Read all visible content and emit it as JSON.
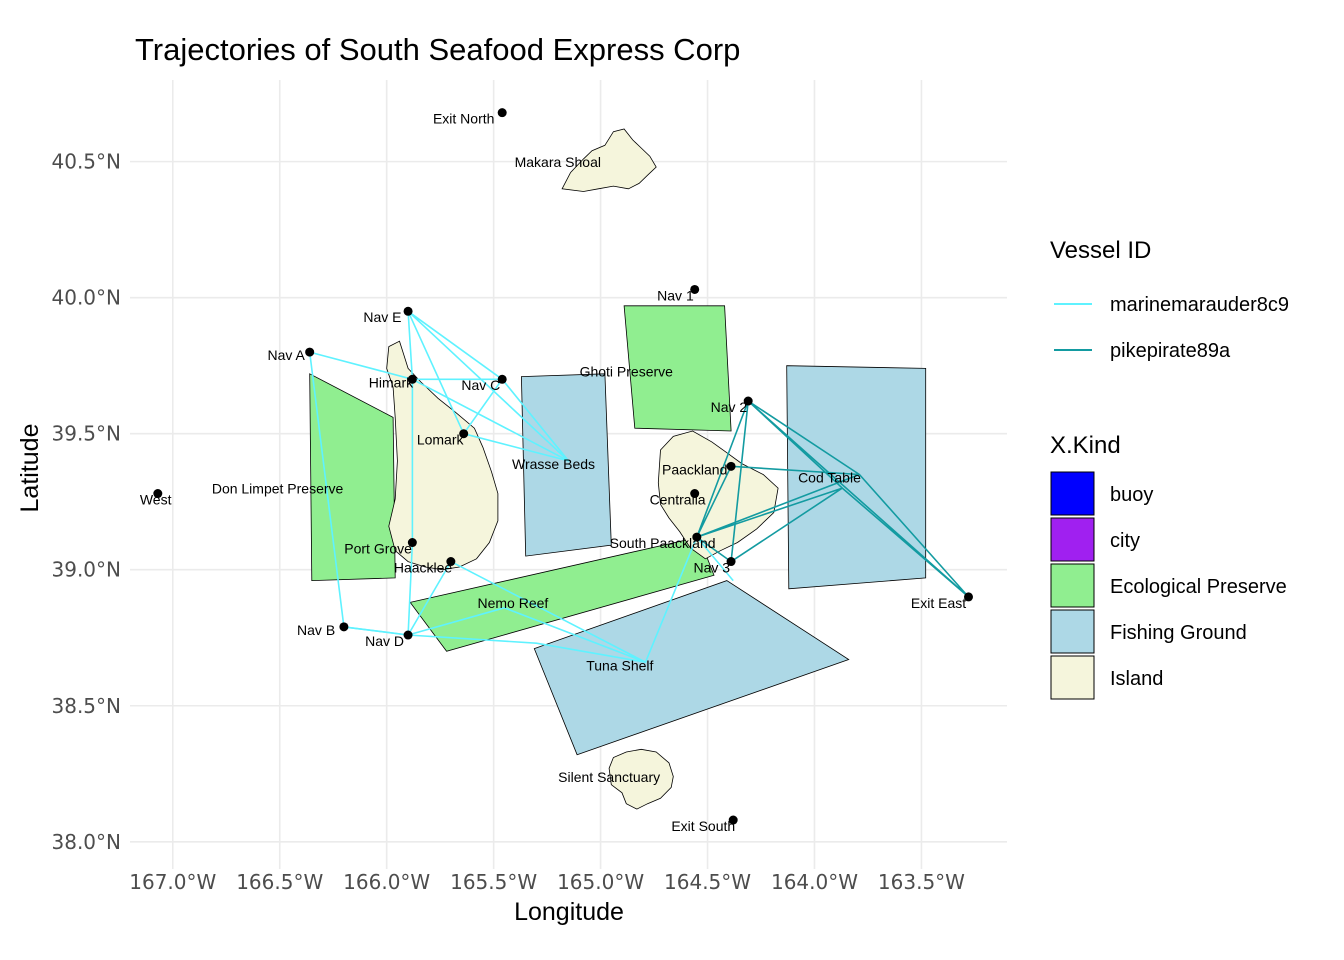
{
  "chart_data": {
    "type": "map",
    "title": "Trajectories of South Seafood Express Corp",
    "xlabel": "Longitude",
    "ylabel": "Latitude",
    "xlim": [
      -167.2,
      -163.1
    ],
    "ylim": [
      37.9,
      40.8
    ],
    "x_ticks": [
      {
        "value": -167.0,
        "label": "167.0°W"
      },
      {
        "value": -166.5,
        "label": "166.5°W"
      },
      {
        "value": -166.0,
        "label": "166.0°W"
      },
      {
        "value": -165.5,
        "label": "165.5°W"
      },
      {
        "value": -165.0,
        "label": "165.0°W"
      },
      {
        "value": -164.5,
        "label": "164.5°W"
      },
      {
        "value": -164.0,
        "label": "164.0°W"
      },
      {
        "value": -163.5,
        "label": "163.5°W"
      }
    ],
    "y_ticks": [
      {
        "value": 38.0,
        "label": "38.0°N"
      },
      {
        "value": 38.5,
        "label": "38.5°N"
      },
      {
        "value": 39.0,
        "label": "39.0°N"
      },
      {
        "value": 39.5,
        "label": "39.5°N"
      },
      {
        "value": 40.0,
        "label": "40.0°N"
      },
      {
        "value": 40.5,
        "label": "40.5°N"
      }
    ],
    "grid": true,
    "legend_position": "right",
    "kind_colors": {
      "buoy": "#0000ff",
      "city": "#a020f0",
      "Ecological Preserve": "#90ee90",
      "Fishing Ground": "#add8e6",
      "Island": "#f5f5dc"
    },
    "regions": [
      {
        "name": "Don Limpet Preserve",
        "kind": "Ecological Preserve",
        "coords": [
          [
            -166.36,
            39.72
          ],
          [
            -165.97,
            39.56
          ],
          [
            -165.96,
            38.97
          ],
          [
            -166.35,
            38.96
          ]
        ],
        "label_at": [
          -166.51,
          39.28
        ]
      },
      {
        "name": "Ghoti Preserve",
        "kind": "Ecological Preserve",
        "coords": [
          [
            -164.89,
            39.97
          ],
          [
            -164.42,
            39.97
          ],
          [
            -164.39,
            39.51
          ],
          [
            -164.84,
            39.52
          ]
        ],
        "label_at": [
          -164.88,
          39.71
        ]
      },
      {
        "name": "Nemo Reef",
        "kind": "Ecological Preserve",
        "coords": [
          [
            -165.89,
            38.88
          ],
          [
            -164.54,
            39.12
          ],
          [
            -164.47,
            38.98
          ],
          [
            -165.72,
            38.7
          ]
        ],
        "label_at": [
          -165.41,
          38.86
        ]
      },
      {
        "name": "Wrasse Beds",
        "kind": "Fishing Ground",
        "coords": [
          [
            -165.37,
            39.71
          ],
          [
            -164.98,
            39.72
          ],
          [
            -164.95,
            39.09
          ],
          [
            -165.35,
            39.05
          ]
        ],
        "label_at": [
          -165.22,
          39.37
        ]
      },
      {
        "name": "Cod Table",
        "kind": "Fishing Ground",
        "coords": [
          [
            -164.13,
            39.75
          ],
          [
            -163.48,
            39.74
          ],
          [
            -163.48,
            38.97
          ],
          [
            -164.12,
            38.93
          ]
        ],
        "label_at": [
          -163.93,
          39.32
        ]
      },
      {
        "name": "Tuna Shelf",
        "kind": "Fishing Ground",
        "coords": [
          [
            -165.31,
            38.71
          ],
          [
            -164.41,
            38.96
          ],
          [
            -163.84,
            38.67
          ],
          [
            -165.11,
            38.32
          ]
        ],
        "label_at": [
          -164.91,
          38.63
        ]
      },
      {
        "name": "Makara Shoal",
        "kind": "Island",
        "coords": [
          [
            -165.18,
            40.4
          ],
          [
            -165.14,
            40.46
          ],
          [
            -165.08,
            40.51
          ],
          [
            -165.04,
            40.54
          ],
          [
            -164.98,
            40.56
          ],
          [
            -164.94,
            40.61
          ],
          [
            -164.89,
            40.62
          ],
          [
            -164.85,
            40.58
          ],
          [
            -164.81,
            40.55
          ],
          [
            -164.77,
            40.52
          ],
          [
            -164.74,
            40.48
          ],
          [
            -164.78,
            40.45
          ],
          [
            -164.82,
            40.42
          ],
          [
            -164.87,
            40.4
          ],
          [
            -164.94,
            40.41
          ],
          [
            -165.01,
            40.4
          ],
          [
            -165.08,
            40.39
          ]
        ],
        "label_at": [
          -165.2,
          40.48
        ]
      },
      {
        "name": "Silent Sanctuary",
        "kind": "Island",
        "coords": [
          [
            -164.96,
            38.27
          ],
          [
            -164.94,
            38.31
          ],
          [
            -164.88,
            38.33
          ],
          [
            -164.81,
            38.34
          ],
          [
            -164.74,
            38.33
          ],
          [
            -164.68,
            38.29
          ],
          [
            -164.66,
            38.24
          ],
          [
            -164.67,
            38.2
          ],
          [
            -164.72,
            38.16
          ],
          [
            -164.78,
            38.14
          ],
          [
            -164.83,
            38.12
          ],
          [
            -164.88,
            38.14
          ],
          [
            -164.9,
            38.18
          ],
          [
            -164.95,
            38.21
          ]
        ],
        "label_at": [
          -164.96,
          38.22
        ]
      },
      {
        "name": "Paackland",
        "kind": "Island",
        "coords": [
          [
            -164.72,
            39.44
          ],
          [
            -164.66,
            39.49
          ],
          [
            -164.57,
            39.51
          ],
          [
            -164.48,
            39.47
          ],
          [
            -164.41,
            39.43
          ],
          [
            -164.34,
            39.39
          ],
          [
            -164.24,
            39.35
          ],
          [
            -164.17,
            39.3
          ],
          [
            -164.19,
            39.21
          ],
          [
            -164.27,
            39.15
          ],
          [
            -164.36,
            39.1
          ],
          [
            -164.44,
            39.07
          ],
          [
            -164.51,
            39.04
          ],
          [
            -164.58,
            39.08
          ],
          [
            -164.63,
            39.14
          ],
          [
            -164.68,
            39.19
          ],
          [
            -164.72,
            39.24
          ],
          [
            -164.73,
            39.32
          ]
        ],
        "label_at": [
          -164.56,
          39.35
        ]
      },
      {
        "name": "Haacklee",
        "kind": "Island",
        "coords": [
          [
            -165.99,
            39.82
          ],
          [
            -165.94,
            39.84
          ],
          [
            -165.92,
            39.79
          ],
          [
            -165.9,
            39.74
          ],
          [
            -165.84,
            39.69
          ],
          [
            -165.76,
            39.63
          ],
          [
            -165.68,
            39.58
          ],
          [
            -165.59,
            39.52
          ],
          [
            -165.55,
            39.45
          ],
          [
            -165.51,
            39.36
          ],
          [
            -165.48,
            39.28
          ],
          [
            -165.48,
            39.18
          ],
          [
            -165.52,
            39.1
          ],
          [
            -165.58,
            39.04
          ],
          [
            -165.66,
            39.01
          ],
          [
            -165.74,
            39.0
          ],
          [
            -165.82,
            39.01
          ],
          [
            -165.9,
            39.03
          ],
          [
            -165.96,
            39.07
          ],
          [
            -165.99,
            39.16
          ],
          [
            -165.96,
            39.26
          ],
          [
            -165.95,
            39.4
          ],
          [
            -165.96,
            39.56
          ],
          [
            -165.97,
            39.67
          ],
          [
            -166.0,
            39.74
          ]
        ],
        "label_at": null
      }
    ],
    "points": [
      {
        "name": "Exit North",
        "lon": -165.46,
        "lat": 40.68
      },
      {
        "name": "Nav 1",
        "lon": -164.56,
        "lat": 40.03
      },
      {
        "name": "Nav E",
        "lon": -165.9,
        "lat": 39.95
      },
      {
        "name": "Nav A",
        "lon": -166.36,
        "lat": 39.8
      },
      {
        "name": "Himark",
        "lon": -165.88,
        "lat": 39.7
      },
      {
        "name": "Nav C",
        "lon": -165.46,
        "lat": 39.7
      },
      {
        "name": "Nav 2",
        "lon": -164.31,
        "lat": 39.62
      },
      {
        "name": "Lomark",
        "lon": -165.64,
        "lat": 39.5
      },
      {
        "name": "Paackland",
        "lon": -164.39,
        "lat": 39.38
      },
      {
        "name": "West",
        "lon": -167.07,
        "lat": 39.28
      },
      {
        "name": "Centralia",
        "lon": -164.56,
        "lat": 39.28
      },
      {
        "name": "South Paackland",
        "lon": -164.55,
        "lat": 39.12
      },
      {
        "name": "Port Grove",
        "lon": -165.88,
        "lat": 39.1
      },
      {
        "name": "Haacklee",
        "lon": -165.7,
        "lat": 39.03
      },
      {
        "name": "Nav 3",
        "lon": -164.39,
        "lat": 39.03
      },
      {
        "name": "Exit East",
        "lon": -163.28,
        "lat": 38.9
      },
      {
        "name": "Nav B",
        "lon": -166.2,
        "lat": 38.79
      },
      {
        "name": "Nav D",
        "lon": -165.9,
        "lat": 38.76
      },
      {
        "name": "Exit South",
        "lon": -164.38,
        "lat": 38.08
      }
    ],
    "point_labels": [
      {
        "text": "Exit North",
        "lon": -165.64,
        "lat": 40.64
      },
      {
        "text": "Nav 1",
        "lon": -164.65,
        "lat": 39.99
      },
      {
        "text": "Nav E",
        "lon": -166.02,
        "lat": 39.91
      },
      {
        "text": "Nav A",
        "lon": -166.47,
        "lat": 39.77
      },
      {
        "text": "Himark",
        "lon": -165.98,
        "lat": 39.67
      },
      {
        "text": "Nav C",
        "lon": -165.56,
        "lat": 39.66
      },
      {
        "text": "Ghoti Preserve",
        "lon": -164.88,
        "lat": 39.71
      },
      {
        "text": "Nav 2",
        "lon": -164.4,
        "lat": 39.58
      },
      {
        "text": "Lomark",
        "lon": -165.75,
        "lat": 39.46
      },
      {
        "text": "Wrasse Beds",
        "lon": -165.22,
        "lat": 39.37
      },
      {
        "text": "Paackland",
        "lon": -164.56,
        "lat": 39.35
      },
      {
        "text": "Cod Table",
        "lon": -163.93,
        "lat": 39.32
      },
      {
        "text": "West",
        "lon": -167.08,
        "lat": 39.24
      },
      {
        "text": "Don Limpet Preserve",
        "lon": -166.51,
        "lat": 39.28
      },
      {
        "text": "Centralia",
        "lon": -164.64,
        "lat": 39.24
      },
      {
        "text": "South Paackland",
        "lon": -164.71,
        "lat": 39.08
      },
      {
        "text": "Port Grove",
        "lon": -166.04,
        "lat": 39.06
      },
      {
        "text": "Haacklee",
        "lon": -165.83,
        "lat": 38.99
      },
      {
        "text": "Nav 3",
        "lon": -164.48,
        "lat": 38.99
      },
      {
        "text": "Exit East",
        "lon": -163.42,
        "lat": 38.86
      },
      {
        "text": "Nemo Reef",
        "lon": -165.41,
        "lat": 38.86
      },
      {
        "text": "Nav B",
        "lon": -166.33,
        "lat": 38.76
      },
      {
        "text": "Nav D",
        "lon": -166.01,
        "lat": 38.72
      },
      {
        "text": "Tuna Shelf",
        "lon": -164.91,
        "lat": 38.63
      },
      {
        "text": "Makara Shoal",
        "lon": -165.2,
        "lat": 40.48
      },
      {
        "text": "Silent Sanctuary",
        "lon": -164.96,
        "lat": 38.22
      },
      {
        "text": "Exit South",
        "lon": -164.52,
        "lat": 38.04
      }
    ],
    "series": [
      {
        "name": "marinemarauder8c9",
        "color": "#5ff2ff",
        "paths": [
          [
            [
              -166.36,
              39.8
            ],
            [
              -165.88,
              39.7
            ],
            [
              -165.46,
              39.7
            ],
            [
              -165.88,
              39.7
            ],
            [
              -165.9,
              39.95
            ],
            [
              -165.46,
              39.7
            ],
            [
              -165.64,
              39.5
            ],
            [
              -165.15,
              39.4
            ],
            [
              -165.88,
              39.7
            ],
            [
              -166.36,
              39.8
            ],
            [
              -166.2,
              38.79
            ],
            [
              -165.9,
              38.76
            ],
            [
              -165.88,
              39.1
            ],
            [
              -165.88,
              39.7
            ],
            [
              -165.15,
              39.4
            ],
            [
              -165.9,
              39.95
            ],
            [
              -165.64,
              39.5
            ],
            [
              -165.15,
              39.4
            ],
            [
              -165.46,
              39.7
            ]
          ],
          [
            [
              -166.2,
              38.79
            ],
            [
              -165.9,
              38.76
            ],
            [
              -165.3,
              38.73
            ],
            [
              -164.79,
              38.66
            ],
            [
              -165.7,
              39.03
            ],
            [
              -165.9,
              38.76
            ],
            [
              -165.45,
              38.86
            ],
            [
              -164.79,
              38.66
            ],
            [
              -164.55,
              39.12
            ],
            [
              -164.38,
              38.96
            ]
          ]
        ]
      },
      {
        "name": "pikepirate89a",
        "color": "#139ba1",
        "paths": [
          [
            [
              -164.31,
              39.62
            ],
            [
              -164.55,
              39.12
            ],
            [
              -164.39,
              39.38
            ],
            [
              -163.79,
              39.35
            ],
            [
              -164.55,
              39.12
            ],
            [
              -164.39,
              39.03
            ],
            [
              -163.87,
              39.3
            ],
            [
              -164.31,
              39.62
            ],
            [
              -163.28,
              38.9
            ],
            [
              -163.79,
              39.35
            ],
            [
              -164.31,
              39.62
            ],
            [
              -164.39,
              39.03
            ],
            [
              -164.55,
              39.12
            ],
            [
              -163.87,
              39.3
            ],
            [
              -163.28,
              38.9
            ]
          ]
        ]
      }
    ]
  },
  "legend": {
    "vessel_title": "Vessel ID",
    "vessel_items": [
      {
        "label": "marinemarauder8c9",
        "color": "#5ff2ff"
      },
      {
        "label": "pikepirate89a",
        "color": "#139ba1"
      }
    ],
    "kind_title": "X.Kind",
    "kind_items": [
      {
        "label": "buoy",
        "color": "#0000ff"
      },
      {
        "label": "city",
        "color": "#a020f0"
      },
      {
        "label": "Ecological Preserve",
        "color": "#90ee90"
      },
      {
        "label": "Fishing Ground",
        "color": "#add8e6"
      },
      {
        "label": "Island",
        "color": "#f5f5dc"
      }
    ]
  }
}
